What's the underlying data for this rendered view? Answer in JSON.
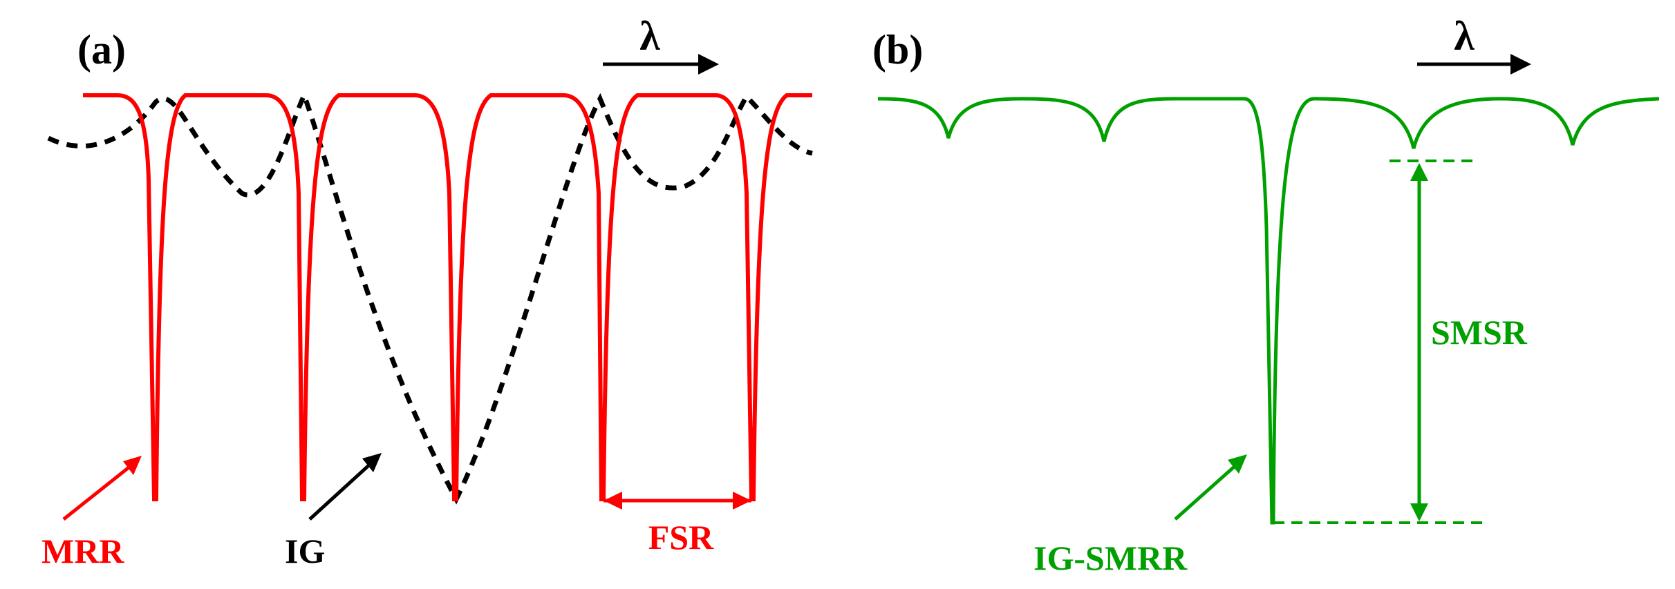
{
  "colors": {
    "mrr": "#ff0000",
    "ig": "#000000",
    "igsmrr": "#00a000",
    "text": "#000000"
  },
  "panel_a": {
    "label": "(a)",
    "axis_symbol": "λ",
    "labels": {
      "mrr": "MRR",
      "ig": "IG",
      "fsr": "FSR"
    }
  },
  "panel_b": {
    "label": "(b)",
    "axis_symbol": "λ",
    "labels": {
      "smsr": "SMSR",
      "igsmrr": "IG-SMRR"
    }
  }
}
